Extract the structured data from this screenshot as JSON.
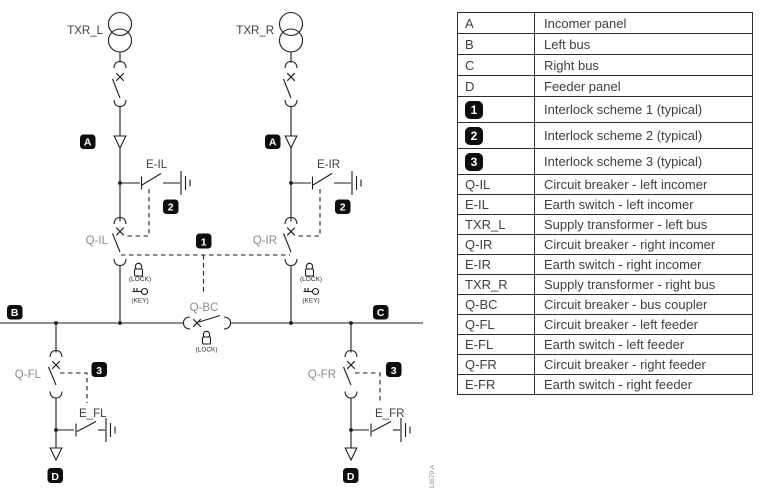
{
  "figure": {
    "ref": "13679.A"
  },
  "diagram": {
    "badges": {
      "a": "A",
      "b": "B",
      "c": "C",
      "d": "D",
      "n1": "1",
      "n2": "2",
      "n3": "3"
    },
    "labels": {
      "txr_l": "TXR_L",
      "txr_r": "TXR_R",
      "e_il": "E-IL",
      "e_ir": "E-IR",
      "q_il": "Q-IL",
      "q_ir": "Q-IR",
      "q_bc": "Q-BC",
      "q_fl": "Q-FL",
      "q_fr": "Q-FR",
      "e_fl": "E_FL",
      "e_fr": "E_FR",
      "lock": "(LOCK)",
      "key": "(KEY)"
    }
  },
  "legend_table": {
    "rows": [
      {
        "key": "A",
        "desc": "Incomer panel"
      },
      {
        "key": "B",
        "desc": "Left bus"
      },
      {
        "key": "C",
        "desc": "Right bus"
      },
      {
        "key": "D",
        "desc": "Feeder panel"
      },
      {
        "key": "1",
        "desc": "Interlock scheme 1  (typical)"
      },
      {
        "key": "2",
        "desc": "Interlock scheme 2  (typical)"
      },
      {
        "key": "3",
        "desc": "Interlock scheme 3  (typical)"
      },
      {
        "key": "Q-IL",
        "desc": "Circuit breaker - left incomer"
      },
      {
        "key": "E-IL",
        "desc": "Earth switch - left incomer"
      },
      {
        "key": "TXR_L",
        "desc": "Supply transformer - left bus"
      },
      {
        "key": "Q-IR",
        "desc": "Circuit breaker - right incomer"
      },
      {
        "key": "E-IR",
        "desc": "Earth switch - right incomer"
      },
      {
        "key": "TXR_R",
        "desc": "Supply transformer - right bus"
      },
      {
        "key": "Q-BC",
        "desc": "Circuit breaker - bus coupler"
      },
      {
        "key": "Q-FL",
        "desc": "Circuit breaker - left feeder"
      },
      {
        "key": "E-FL",
        "desc": "Earth switch - left feeder"
      },
      {
        "key": "Q-FR",
        "desc": "Circuit breaker - right feeder"
      },
      {
        "key": "E-FR",
        "desc": "Earth switch - right feeder"
      }
    ]
  },
  "colors": {
    "line": "#1d1d1d",
    "label": "#3e3e3e",
    "label_muted": "#8c8c8c",
    "badge_bg": "#0d0d0d",
    "badge_text": "#ffffff",
    "background": "#ffffff",
    "table_border": "#2e2e2e"
  }
}
